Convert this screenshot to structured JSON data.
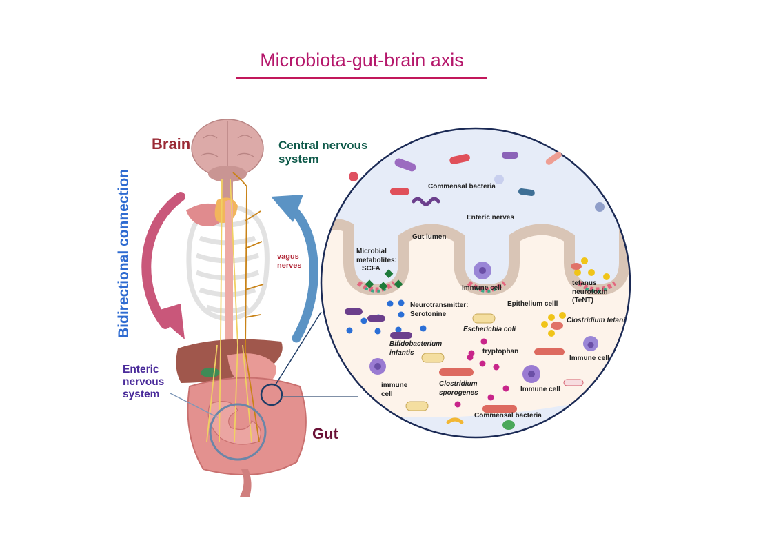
{
  "title": "Microbiota-gut-brain axis",
  "labels": {
    "brain": "Brain",
    "central_nervous_system_line1": "Central nervous",
    "central_nervous_system_line2": "system",
    "bidirectional_connection": "Bidirectional connection",
    "vagus_nerves_line1": "vagus",
    "vagus_nerves_line2": "nerves",
    "enteric_nervous_system_line1": "Enteric",
    "enteric_nervous_system_line2": "nervous",
    "enteric_nervous_system_line3": "system",
    "gut": "Gut"
  },
  "inset": {
    "commensal_bacteria_top": "Commensal bacteria",
    "enteric_nerves": "Enteric nerves",
    "gut_lumen": "Gut lumen",
    "microbial_metabolites_line1": "Microbial",
    "microbial_metabolites_line2": "metabolites:",
    "microbial_metabolites_line3": "SCFA",
    "immune_cell_top": "Immune cell",
    "neurotransmitter_line1": "Neurotransmitter:",
    "neurotransmitter_line2": "Serotonine",
    "epithelium_cell": "Epithelium celll",
    "tetanus_line1": "tetanus",
    "tetanus_line2": "neurotoxin",
    "tetanus_line3": "(TeNT)",
    "clostridium_tetani": "Clostridium tetani",
    "escherichia_coli": "Escherichia coli",
    "bifidobacterium_line1": "Bifidobacterium",
    "bifidobacterium_line2": "infantis",
    "tryptophan": "tryptophan",
    "immune_cell_right": "Immune cell",
    "immune_cell_left_line1": "immune",
    "immune_cell_left_line2": "cell",
    "clostridium_sporogenes_line1": "Clostridium",
    "clostridium_sporogenes_line2": "sporogenes",
    "immune_cell_bottom": "Immune cell",
    "commensal_bacteria_bottom": "Commensal bacteria"
  },
  "colors": {
    "title": "#b5176b",
    "brain_label": "#9a2a35",
    "cns_label": "#0f5a4a",
    "bidirectional_label": "#2e6bd1",
    "descending_arrow": "#c9577a",
    "ascending_arrow": "#5b93c4",
    "gut_label": "#6b1237",
    "ens_label": "#4a2b9a",
    "inset_outline": "#1b2a55",
    "lumen": "#e6ecf8",
    "mucosa": "#fdf3ea"
  }
}
